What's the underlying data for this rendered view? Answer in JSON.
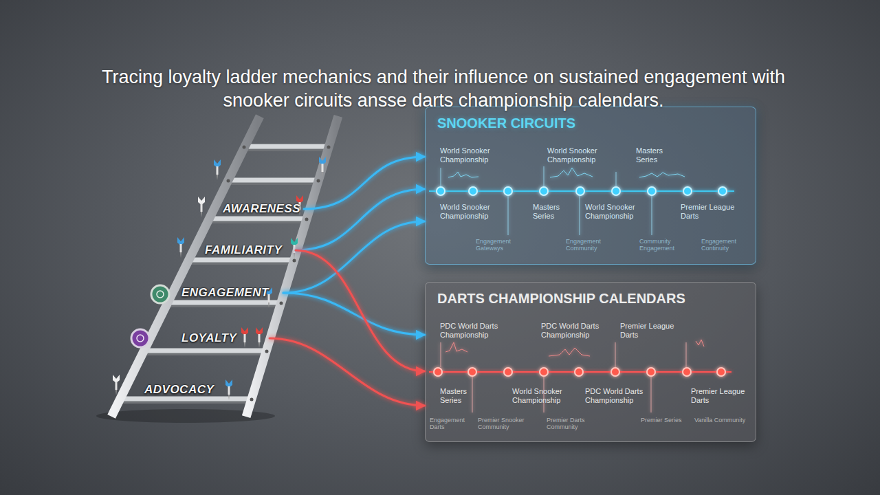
{
  "diagram": {
    "title": "Tracing loyalty ladder mechanics and their influence on sustained engagement with snooker circuits ansse darts championship calendars.",
    "nodes": [
      {
        "text": [
          "AWARENESS"
        ]
      },
      {
        "text": [
          "FAMILIARITY"
        ]
      },
      {
        "text": [
          "ENGAGEMENT"
        ]
      },
      {
        "text": [
          "LOYALTY"
        ]
      },
      {
        "text": [
          "ADVOCACY"
        ]
      },
      {
        "text": [
          "SNOOKER CIRCUITS"
        ]
      },
      {
        "text": [
          "DARTS CHAMPIONSHIP CALENDARS"
        ]
      }
    ],
    "edges": [
      {
        "from": 0,
        "to": 5,
        "arrow": "to"
      },
      {
        "from": 1,
        "to": 5,
        "arrow": "to"
      },
      {
        "from": 2,
        "to": 5,
        "arrow": "to"
      },
      {
        "from": 2,
        "to": 6,
        "arrow": "to"
      },
      {
        "from": 1,
        "to": 6,
        "arrow": "to"
      },
      {
        "from": 3,
        "to": 6,
        "arrow": "to"
      }
    ],
    "labels": [
      "World Snooker Championship",
      "World Snooker Championship",
      "Masters Series",
      "World Snooker Championship",
      "Masters Series",
      "World Snooker Championship",
      "Premier League Darts",
      "Engagement Gateways",
      "Engagement Community",
      "Community Engagement",
      "Engagement Continuity",
      "PDC World Darts Championship",
      "PDC World Darts Championship",
      "Premier League Darts",
      "Masters Series",
      "World Snooker Championship",
      "PDC World Darts Championship",
      "Premier League Darts",
      "Engagement Darts",
      "Premier Snooker Community",
      "Premier Darts Community",
      "Premier Series",
      "Vanilla Community"
    ]
  }
}
